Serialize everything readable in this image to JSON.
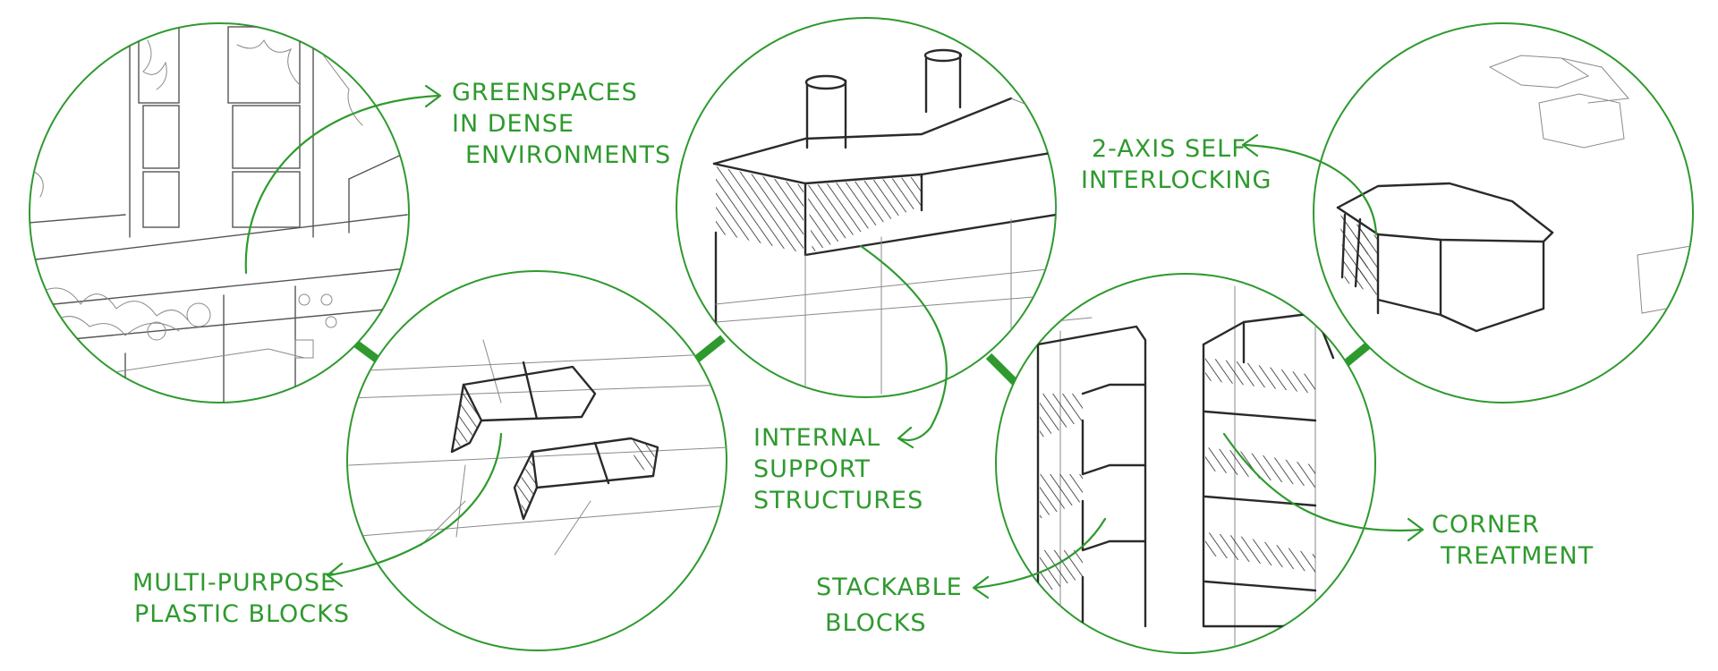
{
  "accent_color": "#2e9a2e",
  "sketches": [
    {
      "id": "greenspaces",
      "label_lines": [
        "GREENSPACES",
        "IN DENSE",
        "ENVIRONMENTS"
      ]
    },
    {
      "id": "plastic-blocks",
      "label_lines": [
        "MULTI-PURPOSE",
        "PLASTIC BLOCKS"
      ]
    },
    {
      "id": "internal-support",
      "label_lines": [
        "INTERNAL",
        "SUPPORT",
        "STRUCTURES"
      ]
    },
    {
      "id": "stackable",
      "label_lines": [
        "STACKABLE",
        "BLOCKS"
      ]
    },
    {
      "id": "corner",
      "label_lines": [
        "CORNER",
        "TREATMENT"
      ]
    },
    {
      "id": "interlocking",
      "label_lines": [
        "2-AXIS SELF",
        "INTERLOCKING"
      ]
    }
  ]
}
